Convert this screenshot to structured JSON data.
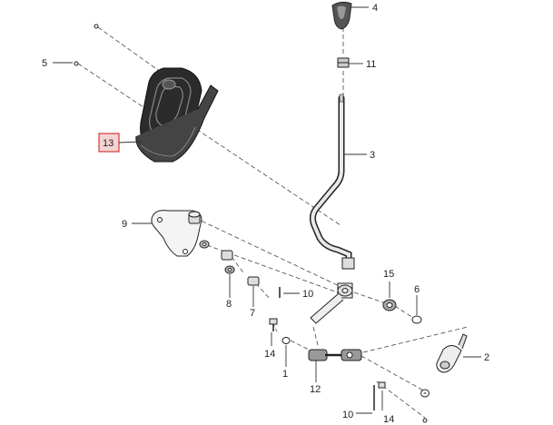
{
  "callouts": [
    {
      "id": "c1",
      "text": "1"
    },
    {
      "id": "c2",
      "text": "2"
    },
    {
      "id": "c3",
      "text": "3"
    },
    {
      "id": "c4",
      "text": "4"
    },
    {
      "id": "c5",
      "text": "5"
    },
    {
      "id": "c6",
      "text": "6"
    },
    {
      "id": "c7",
      "text": "7"
    },
    {
      "id": "c8",
      "text": "8"
    },
    {
      "id": "c9",
      "text": "9"
    },
    {
      "id": "c10a",
      "text": "10"
    },
    {
      "id": "c10b",
      "text": "10"
    },
    {
      "id": "c11",
      "text": "11"
    },
    {
      "id": "c12",
      "text": "12"
    },
    {
      "id": "c13",
      "text": "13",
      "highlighted": true
    },
    {
      "id": "c14a",
      "text": "14"
    },
    {
      "id": "c14b",
      "text": "14"
    },
    {
      "id": "c15",
      "text": "15"
    }
  ],
  "colors": {
    "highlight_border": "#d33a3a",
    "highlight_fill": "#f6d3d3",
    "line": "#333333",
    "boot_dark": "#2b2b2b"
  }
}
